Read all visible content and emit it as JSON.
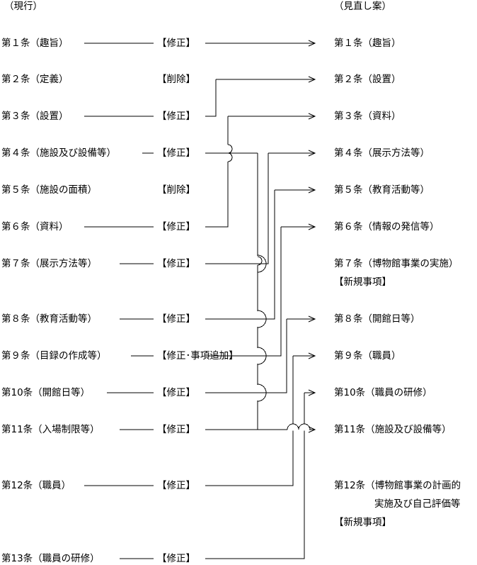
{
  "headers": {
    "current": "（現行）",
    "revised": "（見直し案）"
  },
  "left": [
    "第１条（趣旨）",
    "第２条（定義）",
    "第３条（設置）",
    "第４条（施設及び設備等）",
    "第５条（施設の面積）",
    "第６条（資料）",
    "第７条（展示方法等）",
    "第８条（教育活動等）",
    "第９条（目録の作成等）",
    "第10条（開館日等）",
    "第11条（入場制限等）",
    "第12条（職員）",
    "第13条（職員の研修）"
  ],
  "action": [
    "【修正】",
    "【削除】",
    "【修正】",
    "【修正】",
    "【削除】",
    "【修正】",
    "【修正】",
    "【修正】",
    "【修正･事項追加】",
    "【修正】",
    "【修正】",
    "【修正】",
    "【修正】"
  ],
  "right": [
    "第１条（趣旨）",
    "第２条（設置）",
    "第３条（資料）",
    "第４条（展示方法等）",
    "第５条（教育活動等）",
    "第６条（情報の発信等）",
    "第７条（博物館事業の実施）",
    "第８条（開館日等）",
    "第９条（職員）",
    "第10条（職員の研修）",
    "第11条（施設及び設備等）",
    "第12条（博物館事業の計画的",
    "実施及び自己評価等"
  ],
  "new_items": [
    "【新規事項】",
    "【新規事項】"
  ]
}
